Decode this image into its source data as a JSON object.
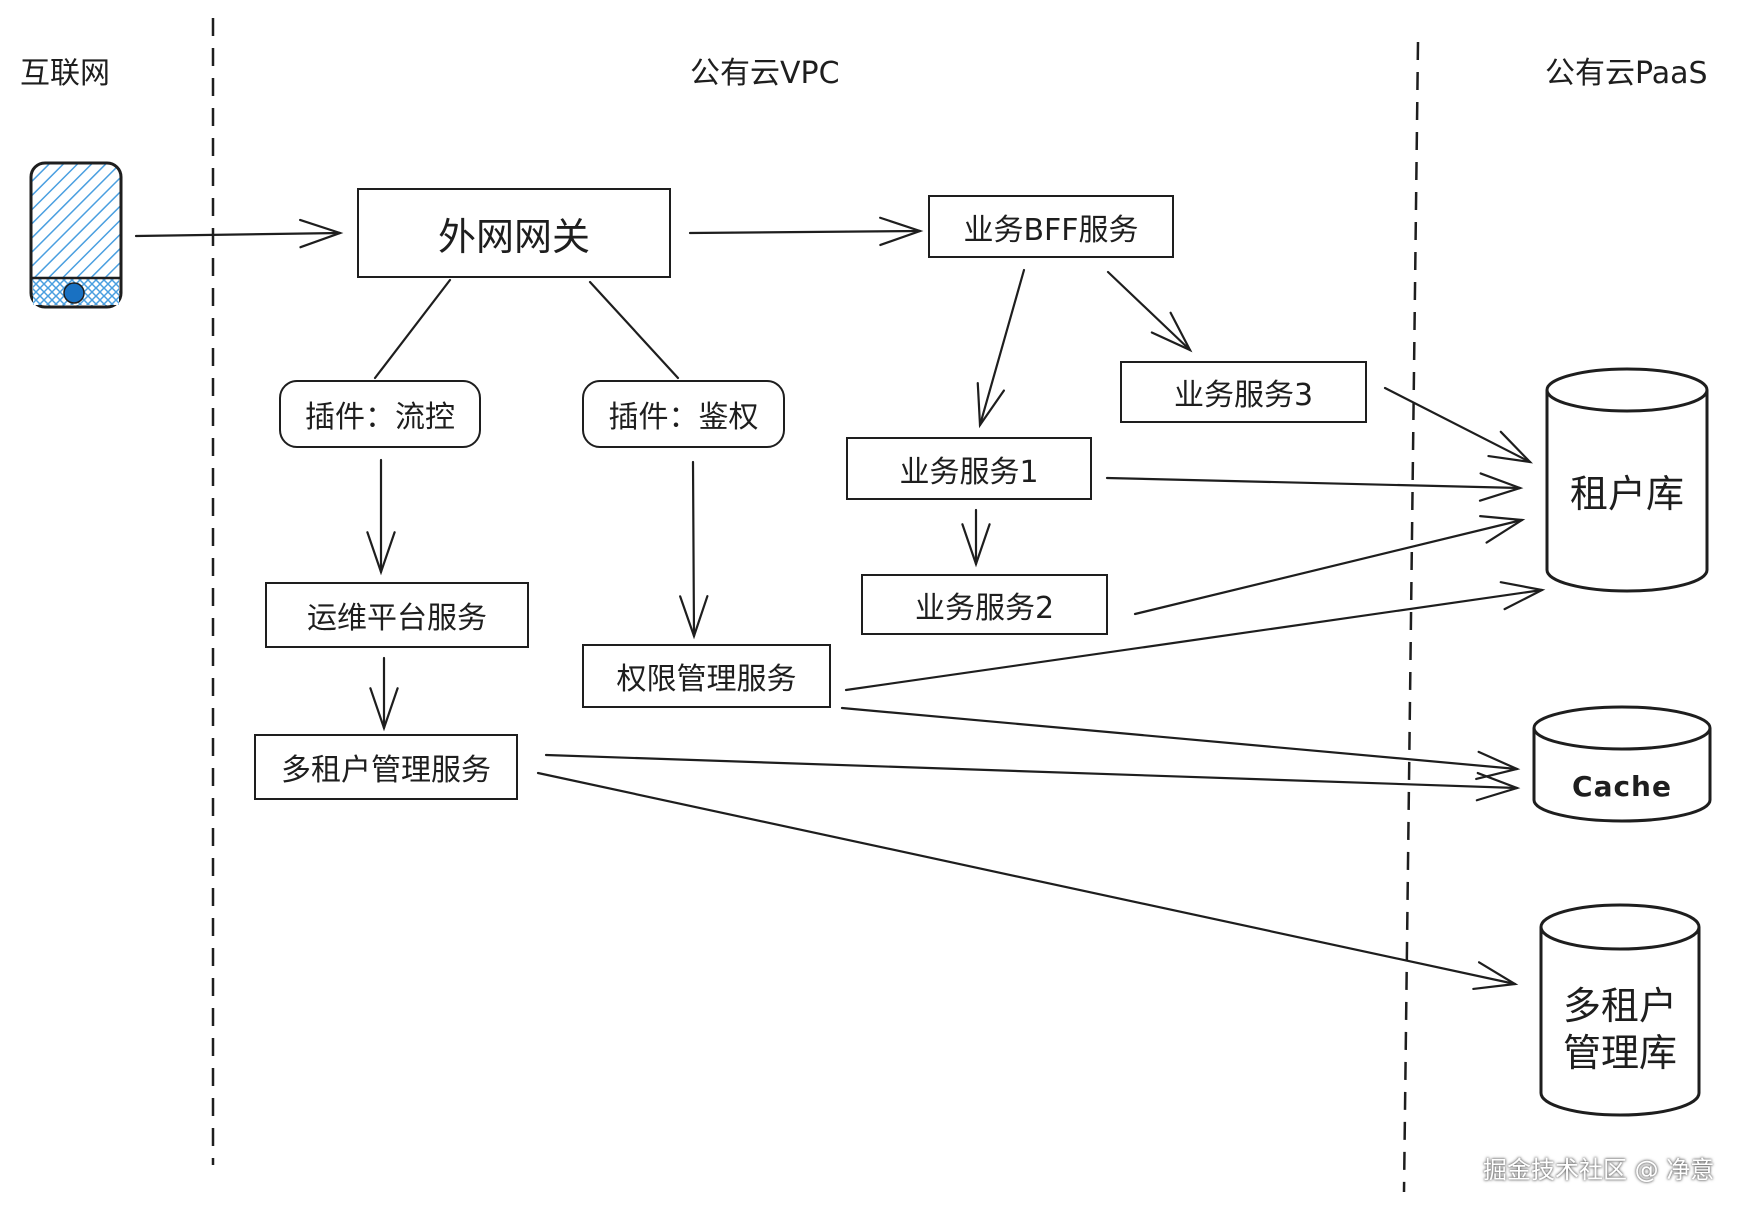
{
  "zones": {
    "internet": "互联网",
    "vpc": "公有云VPC",
    "paas": "公有云PaaS"
  },
  "nodes": {
    "gateway": "外网网关",
    "plugin_flow": "插件：流控",
    "plugin_auth": "插件：鉴权",
    "ops_service": "运维平台服务",
    "tenant_service": "多租户管理服务",
    "perm_service": "权限管理服务",
    "bff": "业务BFF服务",
    "biz1": "业务服务1",
    "biz2": "业务服务2",
    "biz3": "业务服务3"
  },
  "databases": {
    "tenant_db": "租户库",
    "cache": "Cache",
    "mt_db_line1": "多租户",
    "mt_db_line2": "管理库"
  },
  "icons": {
    "client": "mobile-phone-icon"
  },
  "colors": {
    "stroke": "#1e1e1e",
    "phone_fill": "#1971c2",
    "phone_hatch": "#a5d8ff"
  },
  "watermark": "掘金技术社区 @ 净意"
}
